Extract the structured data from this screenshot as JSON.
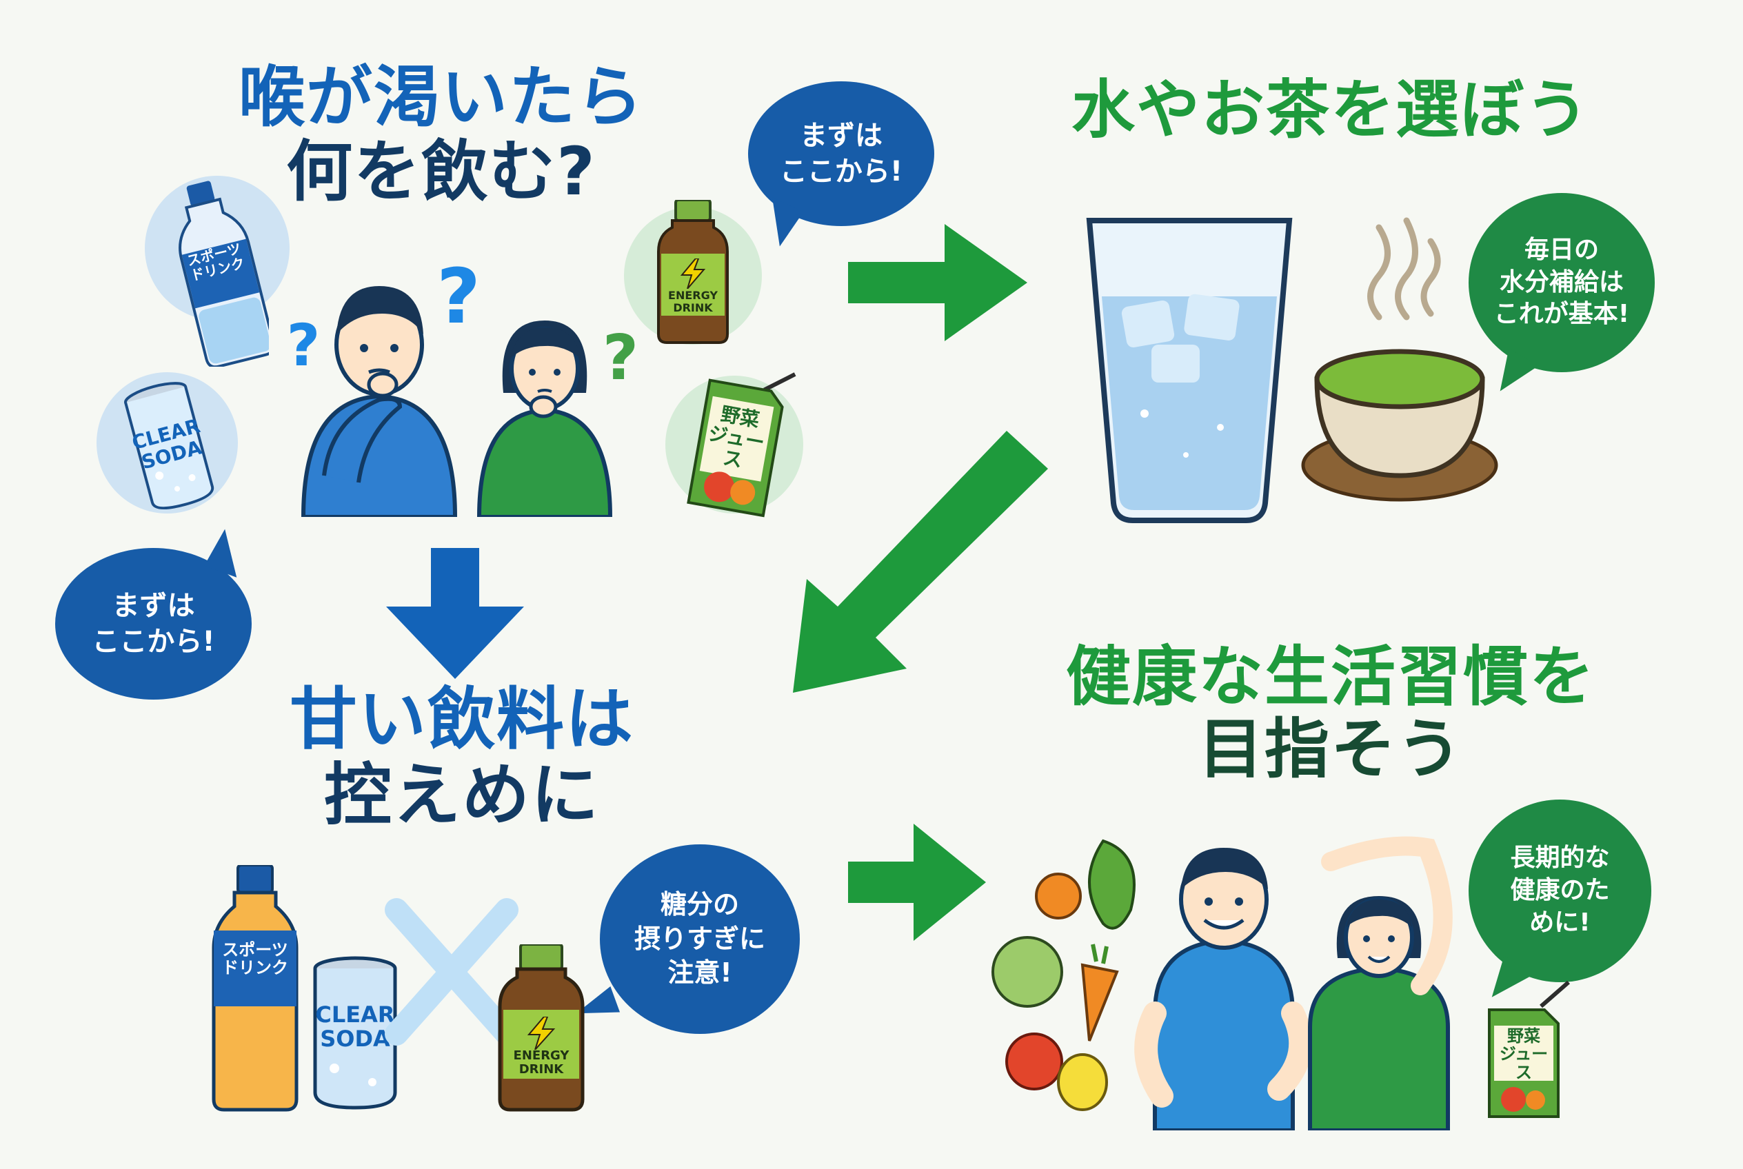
{
  "sections": {
    "q_title_line1": "喉が渇いたら",
    "q_title_line2": "何を飲む?",
    "water_title": "水やお茶を選ぼう",
    "sweet_title_line1": "甘い飲料は",
    "sweet_title_line2": "控えめに",
    "health_title_line1": "健康な生活習慣を",
    "health_title_line2": "目指そう"
  },
  "bubbles": {
    "start_top": "まずは\nここから!",
    "start_left": "まずは\nここから!",
    "water_daily": "毎日の\n水分補給は\nこれが基本!",
    "sugar_warning": "糖分の\n摂りすぎに\n注意!",
    "long_term": "長期的な\n健康のた\nめに!"
  },
  "products": {
    "sports_drink_label": "スポーツ\nドリンク",
    "soda_label": "CLEAR\nSODA",
    "energy_label": "ENERGY\nDRINK",
    "veg_juice_label": "野菜\nジュース"
  },
  "symbols": {
    "question_mark": "?"
  },
  "colors": {
    "blue_accent": "#1363b8",
    "navy_text": "#123a63",
    "green_accent": "#1e9a3c",
    "dark_green_text": "#174b33",
    "arrow_blue": "#1363b8",
    "arrow_green": "#1e9a3c"
  },
  "icons": [
    "arrow-right-icon",
    "arrow-down-icon",
    "arrow-down-left-icon",
    "cross-mark-icon",
    "steam-icon",
    "lightning-icon"
  ]
}
